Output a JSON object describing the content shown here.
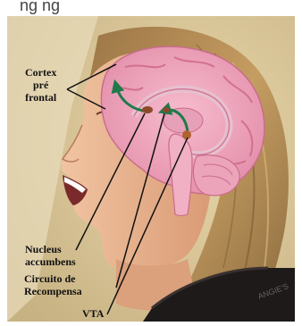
{
  "caption_fragment": "ng ng",
  "labels": {
    "cortex": "Cortex\npré\nfrontal",
    "nucleus": "Nucleus\naccumbens",
    "circuito": "Circuito de\nRecompensa",
    "vta": "VTA"
  },
  "watermark": "ANGIE'S",
  "colors": {
    "background": "#d9c79b",
    "hair": "#b08a55",
    "skin": "#e7b08c",
    "brain": "#f0a3bb",
    "brain_inner": "#e08aa6",
    "arrow": "#1f7a4a",
    "nucleus_dot": "#8a4a2a",
    "vta_dot": "#b0622f",
    "leader_line": "#111111",
    "shirt": "#1e1a1a"
  }
}
